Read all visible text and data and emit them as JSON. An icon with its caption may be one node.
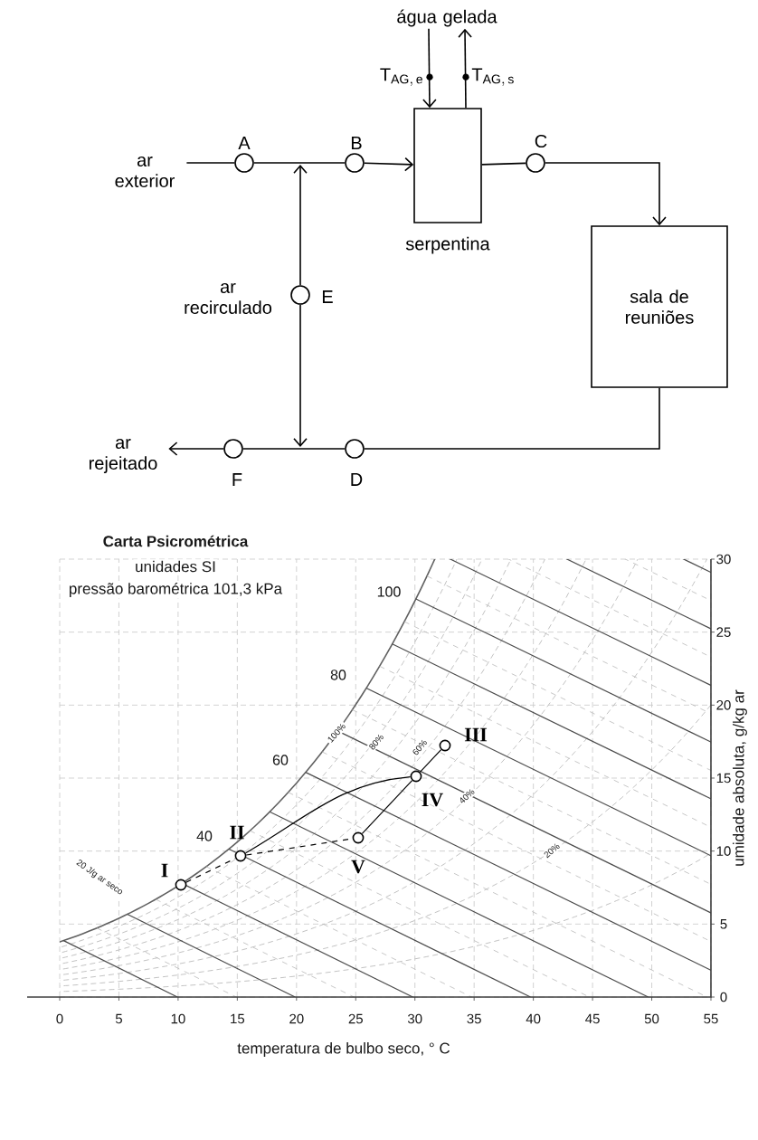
{
  "diagram": {
    "nodes": [
      {
        "text": [
          "ar exterior"
        ]
      },
      {
        "text": [],
        "shape": "circle",
        "beside": [
          "A"
        ]
      },
      {
        "text": [],
        "shape": "circle",
        "beside": [
          "B"
        ]
      },
      {
        "text": [
          "serpentina"
        ]
      },
      {
        "text": [],
        "shape": "circle",
        "beside": [
          "C"
        ]
      },
      {
        "text": [
          "sala de reuniões"
        ]
      },
      {
        "text": [],
        "shape": "circle",
        "beside": [
          "D"
        ]
      },
      {
        "text": [],
        "shape": "circle",
        "beside": [
          "ar recirculado",
          "E"
        ]
      },
      {
        "text": [],
        "shape": "circle",
        "beside": [
          "F"
        ]
      },
      {
        "text": [
          "ar rejeitado"
        ]
      },
      {
        "text": [
          "água gelada"
        ]
      },
      {
        "text": [],
        "shape": "circle",
        "beside": [
          "I"
        ]
      },
      {
        "text": [],
        "shape": "circle",
        "beside": [
          "II"
        ]
      },
      {
        "text": [],
        "shape": "circle",
        "beside": [
          "V"
        ]
      },
      {
        "text": [],
        "shape": "circle",
        "beside": [
          "IV"
        ]
      },
      {
        "text": [],
        "shape": "circle",
        "beside": [
          "III"
        ]
      }
    ],
    "edges": [
      {
        "from": 0,
        "to": 1,
        "arrow": "none"
      },
      {
        "from": 1,
        "to": 2,
        "arrow": "none"
      },
      {
        "from": 2,
        "to": 3,
        "arrow": "to"
      },
      {
        "from": 3,
        "to": 4,
        "arrow": "none"
      },
      {
        "from": 4,
        "to": 5,
        "arrow": "to"
      },
      {
        "from": 5,
        "to": 6,
        "arrow": "none"
      },
      {
        "from": 6,
        "to": 8,
        "arrow": "none"
      },
      {
        "from": 8,
        "to": 9,
        "arrow": "to"
      },
      {
        "from": 7,
        "to": null,
        "arrow": "to"
      },
      {
        "from": 7,
        "to": null,
        "arrow": "to"
      },
      {
        "from": 10,
        "to": 3,
        "arrow": "to",
        "label": "\\mathrm{T}_{\\mathrm{AG,\\,e}}"
      },
      {
        "from": 3,
        "to": 10,
        "arrow": "to",
        "label": "\\mathrm{T}_{\\mathrm{AG,\\,s}}"
      },
      {
        "from": 11,
        "to": 12,
        "arrow": "none",
        "style": "dashed"
      },
      {
        "from": 12,
        "to": 13,
        "arrow": "none",
        "style": "dashed"
      },
      {
        "from": 13,
        "to": 14,
        "arrow": "none"
      },
      {
        "from": 14,
        "to": 15,
        "arrow": "none"
      },
      {
        "from": 12,
        "to": 14,
        "arrow": "none"
      }
    ],
    "labels": [
      "Carta Psicrométrica",
      "unidades SI",
      "pressão barométrica 101,3 kPa",
      "100",
      "80",
      "60",
      "40",
      "20 J/g ar seco",
      "100%",
      "80%",
      "60%",
      "40%",
      "20%",
      "30",
      "25",
      "20",
      "15",
      "10",
      "5",
      "0",
      "0",
      "5",
      "10",
      "15",
      "20",
      "25",
      "30",
      "35",
      "40",
      "45",
      "50",
      "55",
      "temperatura de bulbo seco, ° C",
      "umidade absoluta, g/kg ar"
    ]
  }
}
